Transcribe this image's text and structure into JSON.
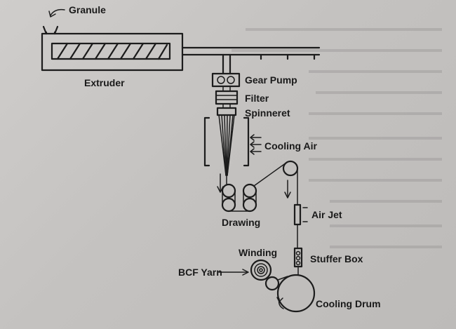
{
  "diagram": {
    "labels": {
      "granule": "Granule",
      "extruder": "Extruder",
      "gear_pump": "Gear Pump",
      "filter": "Filter",
      "spinneret": "Spinneret",
      "cooling_air": "Cooling Air",
      "drawing": "Drawing",
      "air_jet": "Air Jet",
      "winding": "Winding",
      "stuffer_box": "Stuffer Box",
      "bcf_yarn": "BCF Yarn",
      "cooling_drum": "Cooling Drum"
    }
  },
  "colors": {
    "ink": "#1c1c1c",
    "paper": "#c8c6c4"
  }
}
